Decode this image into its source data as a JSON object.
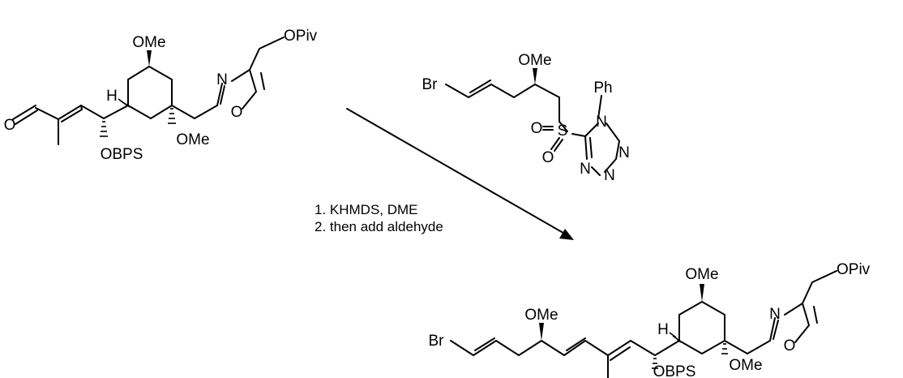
{
  "scheme": {
    "aldehyde": {
      "labels": [
        "OMe",
        "OPiv",
        "N",
        "O",
        "H",
        "O",
        "OMe",
        "OBPS"
      ]
    },
    "sulfone": {
      "labels": [
        "Br",
        "OMe",
        "Ph",
        "N",
        "O",
        "S",
        "O",
        "N",
        "N",
        "N"
      ]
    },
    "conditions": {
      "step1": "1. KHMDS, DME",
      "step2": "2. then add aldehyde"
    },
    "product": {
      "labels": [
        "OMe",
        "OPiv",
        "N",
        "O",
        "Br",
        "OMe",
        "H",
        "OMe",
        "OBPS"
      ]
    }
  }
}
